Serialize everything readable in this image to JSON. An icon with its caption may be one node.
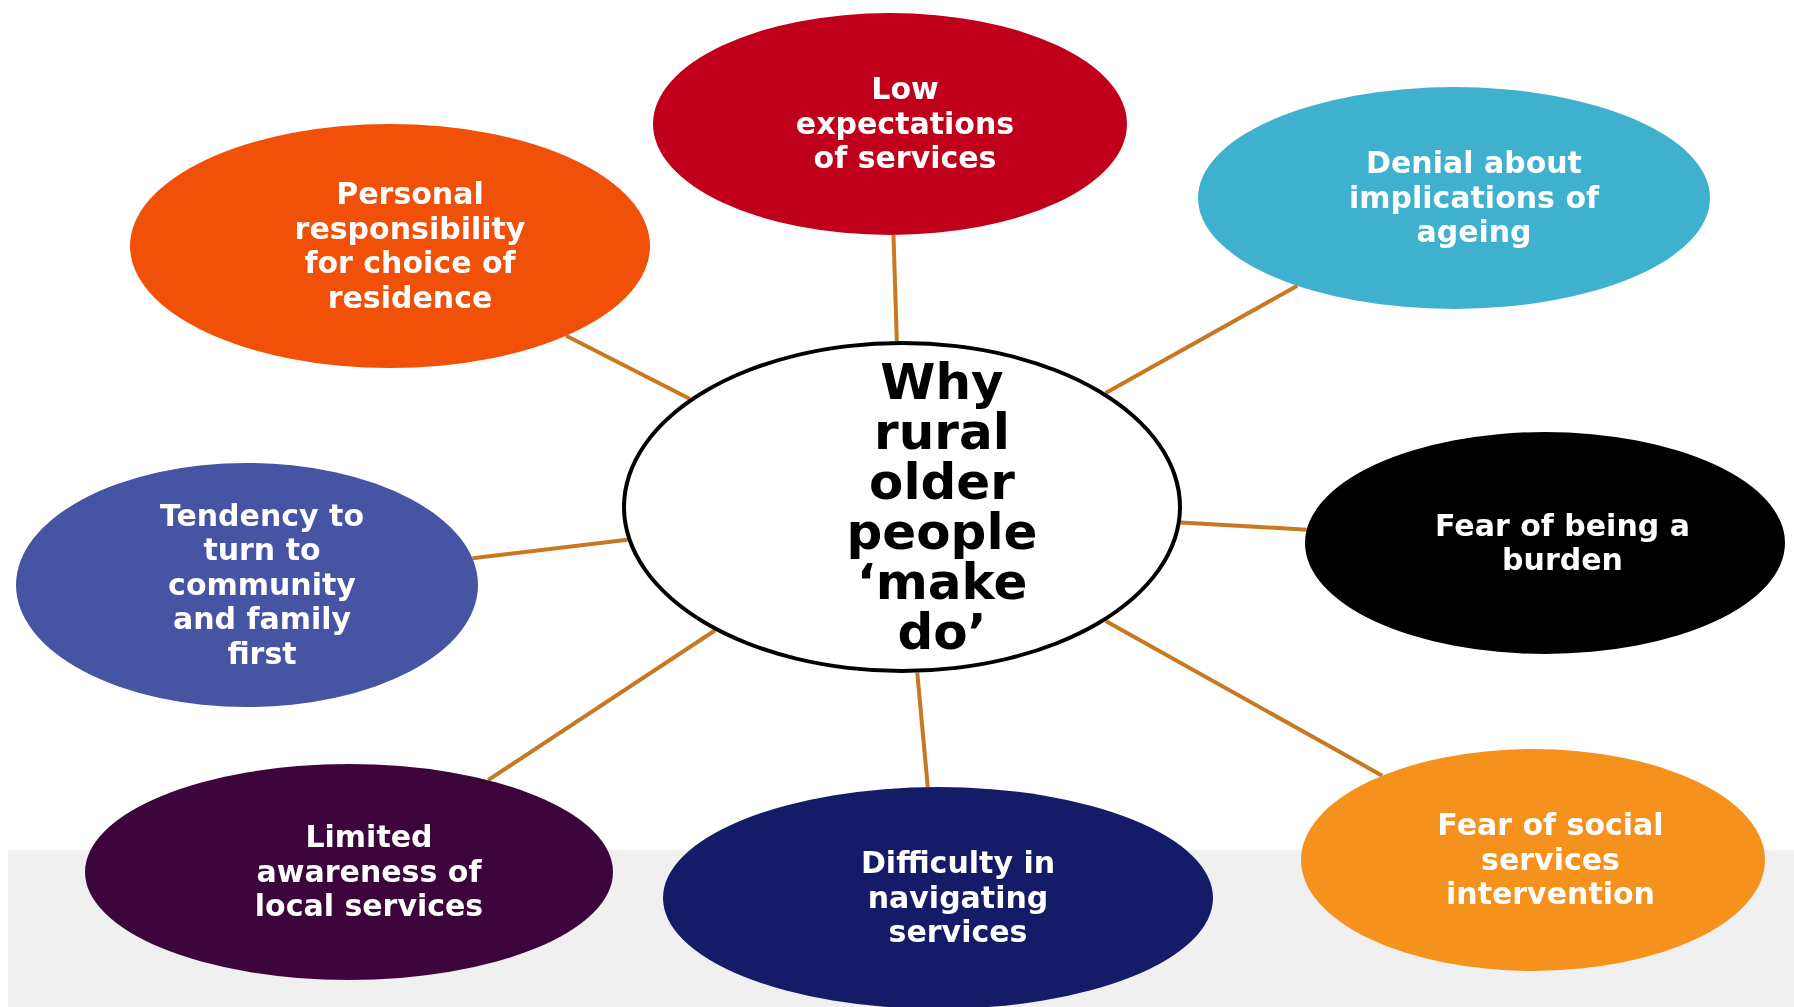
{
  "diagram": {
    "nodes": [
      {
        "text": [
          "Low expectations of services"
        ]
      },
      {
        "text": [
          "Personal responsibility for choice of residence"
        ]
      },
      {
        "text": [
          "Denial about implications of ageing"
        ]
      },
      {
        "text": [
          "Why rural older people ‘make do’"
        ]
      },
      {
        "text": [
          "Tendency to turn to community and family first"
        ]
      },
      {
        "text": [
          "Fear of being a burden"
        ]
      },
      {
        "text": [
          "Limited awareness of local services"
        ]
      },
      {
        "text": [
          "Difficulty in navigating services"
        ]
      },
      {
        "text": [
          "Fear of social services intervention"
        ]
      }
    ],
    "edges": [
      {
        "from": 3,
        "to": 0,
        "arrow": "none"
      },
      {
        "from": 3,
        "to": 1,
        "arrow": "none"
      },
      {
        "from": 3,
        "to": 2,
        "arrow": "none"
      },
      {
        "from": 3,
        "to": 4,
        "arrow": "none"
      },
      {
        "from": 3,
        "to": 5,
        "arrow": "none"
      },
      {
        "from": 3,
        "to": 6,
        "arrow": "none"
      },
      {
        "from": 3,
        "to": 7,
        "arrow": "none"
      },
      {
        "from": 3,
        "to": 8,
        "arrow": "none"
      }
    ]
  }
}
